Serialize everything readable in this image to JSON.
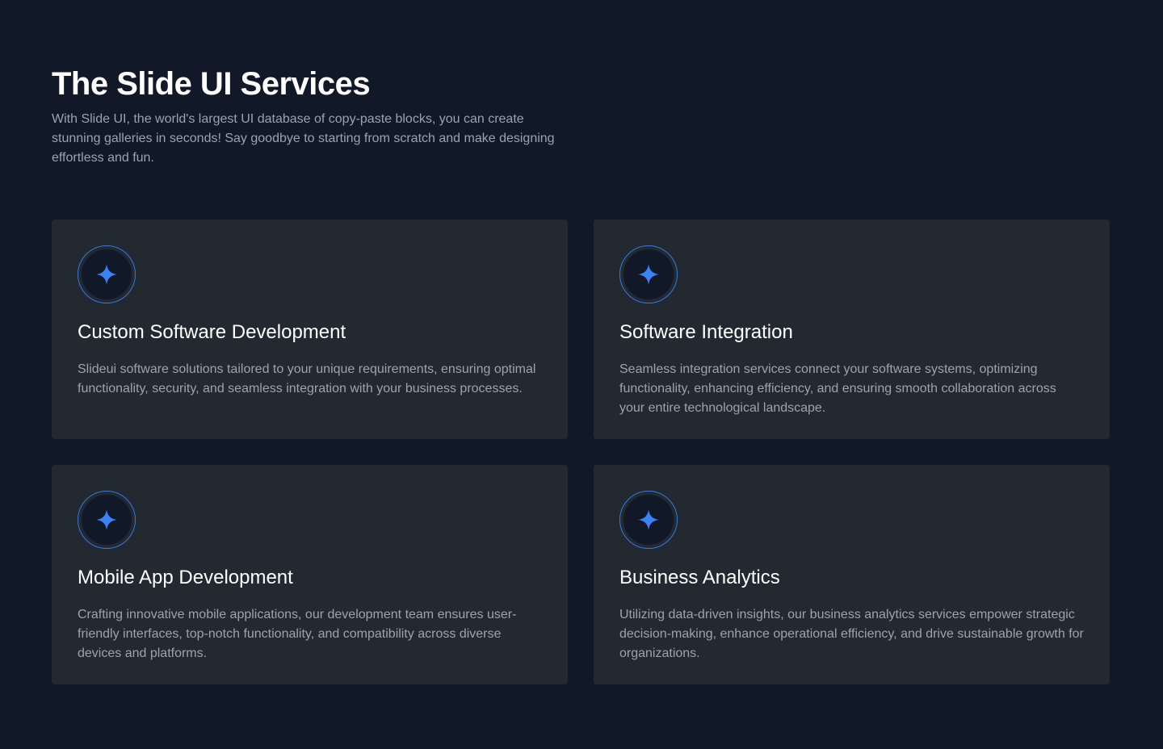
{
  "header": {
    "title": "The Slide UI Services",
    "subtitle": "With Slide UI, the world's largest UI database of copy-paste blocks, you can create stunning galleries in seconds! Say goodbye to starting from scratch and make designing effortless and fun."
  },
  "services": [
    {
      "icon": "sparkle-icon",
      "title": "Custom Software Development",
      "description": "Slideui software solutions tailored to your unique requirements, ensuring optimal functionality, security, and seamless integration with your business processes."
    },
    {
      "icon": "sparkle-icon",
      "title": "Software Integration",
      "description": "Seamless integration services connect your software systems, optimizing functionality, enhancing efficiency, and ensuring smooth collaboration across your entire technological landscape."
    },
    {
      "icon": "sparkle-icon",
      "title": "Mobile App Development",
      "description": "Crafting innovative mobile applications, our development team ensures user-friendly interfaces, top-notch functionality, and compatibility across diverse devices and platforms."
    },
    {
      "icon": "sparkle-icon",
      "title": "Business Analytics",
      "description": "Utilizing data-driven insights, our business analytics services empower strategic decision-making, enhance operational efficiency, and drive sustainable growth for organizations."
    }
  ],
  "colors": {
    "background": "#111827",
    "card": "#232931",
    "accent": "#3b82f6",
    "muted_text": "#9ca3af"
  }
}
